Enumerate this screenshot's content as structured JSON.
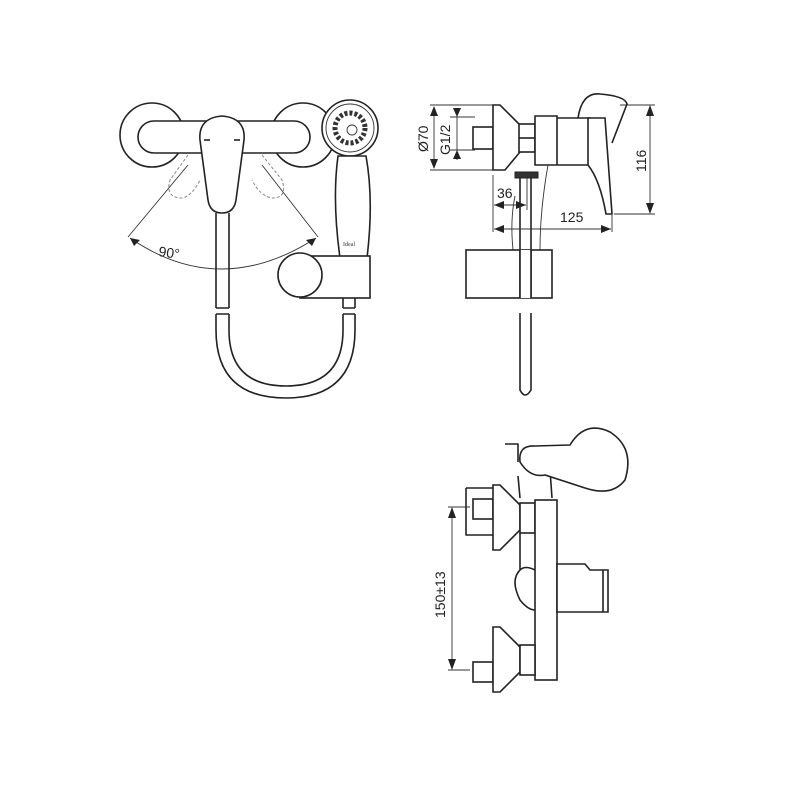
{
  "drawing": {
    "front_view": {
      "angle_label": "90°",
      "brand_mark": "Ideal"
    },
    "side_view": {
      "dim_diameter": "Ø70",
      "dim_thread": "G1/2",
      "dim_height": "116",
      "dim_offset": "36",
      "dim_depth": "125"
    },
    "top_view": {
      "dim_spacing": "150±13"
    }
  }
}
